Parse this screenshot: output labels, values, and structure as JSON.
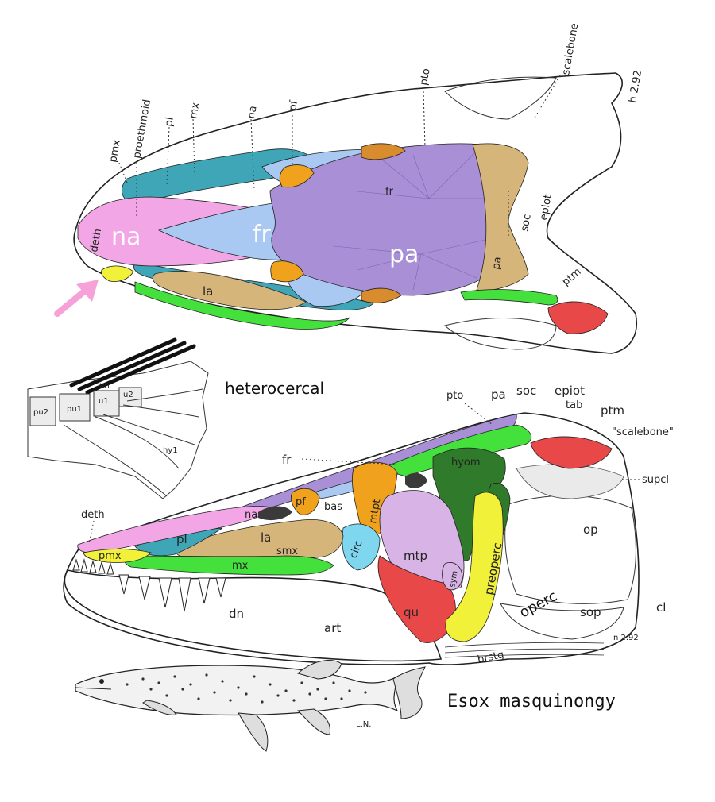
{
  "colors": {
    "pink": "#f2a6e6",
    "lightblue": "#a9c9f2",
    "purple": "#a88fd6",
    "teal": "#3fa6b8",
    "orange": "#f0a21d",
    "tan": "#d6b57a",
    "green": "#44e03c",
    "darkgreen": "#2f7a2b",
    "red": "#e84848",
    "yellow": "#f1f13a",
    "lavender": "#d8b4e6",
    "cyan": "#7fd6ef",
    "brown": "#d98c2e",
    "arrow": "#f7a1d9"
  },
  "dorsal": {
    "labels": {
      "pmx": "pmx",
      "proethmoid": "proethmoid",
      "pl": "pl",
      "mx": "mx",
      "na": "na",
      "pf": "pf",
      "pto": "pto",
      "scalebone": "scalebone",
      "fr": "fr",
      "pa": "pa",
      "soc": "soc",
      "epiot": "epiot",
      "ptm": "ptm",
      "deth": "deth",
      "la": "la",
      "na_big": "na",
      "fr_big": "fr",
      "pa_big": "pa",
      "signature": "h 2.92"
    }
  },
  "tail": {
    "title": "heterocercal",
    "labels": {
      "un": "un",
      "u1": "u1",
      "u2": "u2",
      "pu2": "pu2",
      "pu1": "pu1",
      "hy1": "hy1"
    }
  },
  "lateral": {
    "labels": {
      "pto": "pto",
      "pa": "pa",
      "soc": "soc",
      "epiot": "epiot",
      "tab": "tab",
      "ptm": "ptm",
      "scalebone": "\"scalebone\"",
      "supcl": "supcl",
      "fr": "fr",
      "deth": "deth",
      "na": "na",
      "pf": "pf",
      "bas": "bas",
      "hyom": "hyom",
      "metpt": "mtpt",
      "pl": "pl",
      "la": "la",
      "smx": "smx",
      "circ": "circ",
      "pmx": "pmx",
      "mx": "mx",
      "mtp": "mtp",
      "sym": "sym",
      "preoperc": "preoperc",
      "op": "op",
      "operc": "operc",
      "sop": "sop",
      "cl": "cl",
      "dn": "dn",
      "art": "art",
      "qu": "qu",
      "brstg": "brstg",
      "signature": "n 2.92"
    }
  },
  "fish": {
    "species": "Esox masquinongy",
    "initials": "L.N."
  }
}
